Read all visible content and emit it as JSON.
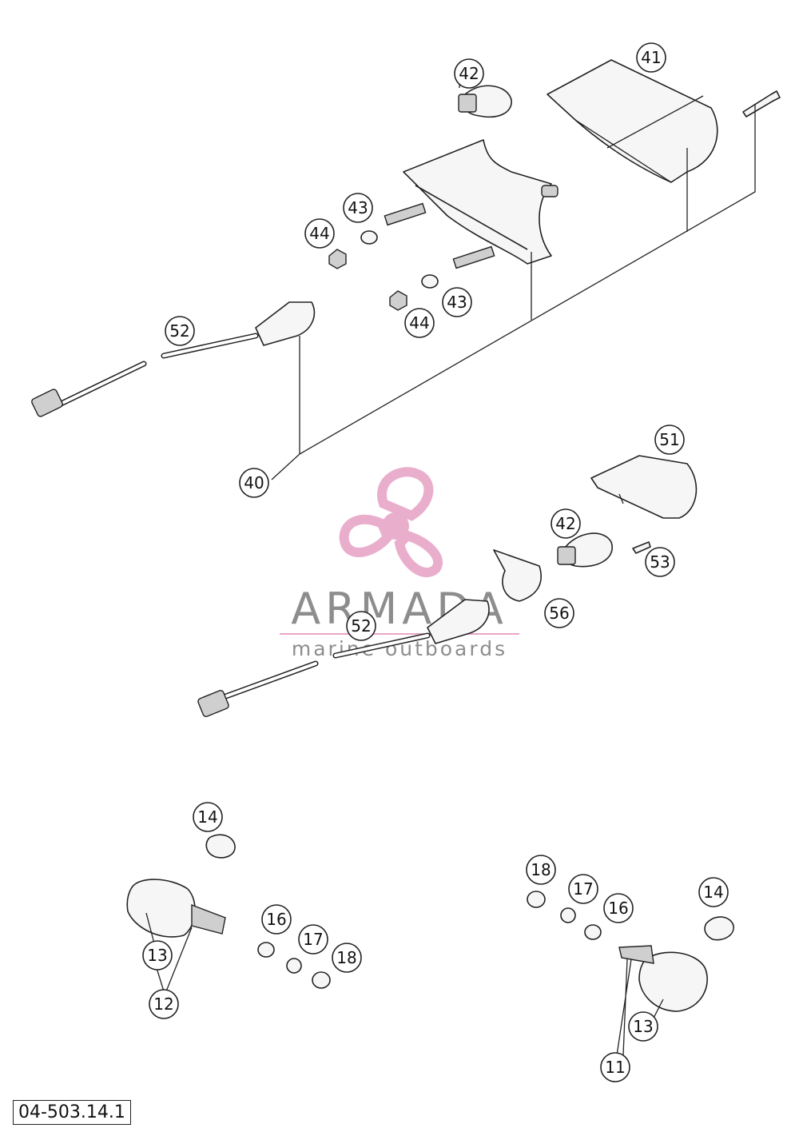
{
  "drawing_code": "04-503.14.1",
  "watermark": {
    "name": "ARMADA",
    "tagline": "marine outboards",
    "logo_color": "#e8a6c8",
    "line_color": "#e8a6c8"
  },
  "callouts": [
    "42",
    "41",
    "43",
    "44",
    "43",
    "44",
    "52",
    "40",
    "51",
    "42",
    "53",
    "56",
    "52",
    "14",
    "16",
    "17",
    "18",
    "13",
    "12",
    "18",
    "17",
    "16",
    "14",
    "13",
    "11"
  ]
}
